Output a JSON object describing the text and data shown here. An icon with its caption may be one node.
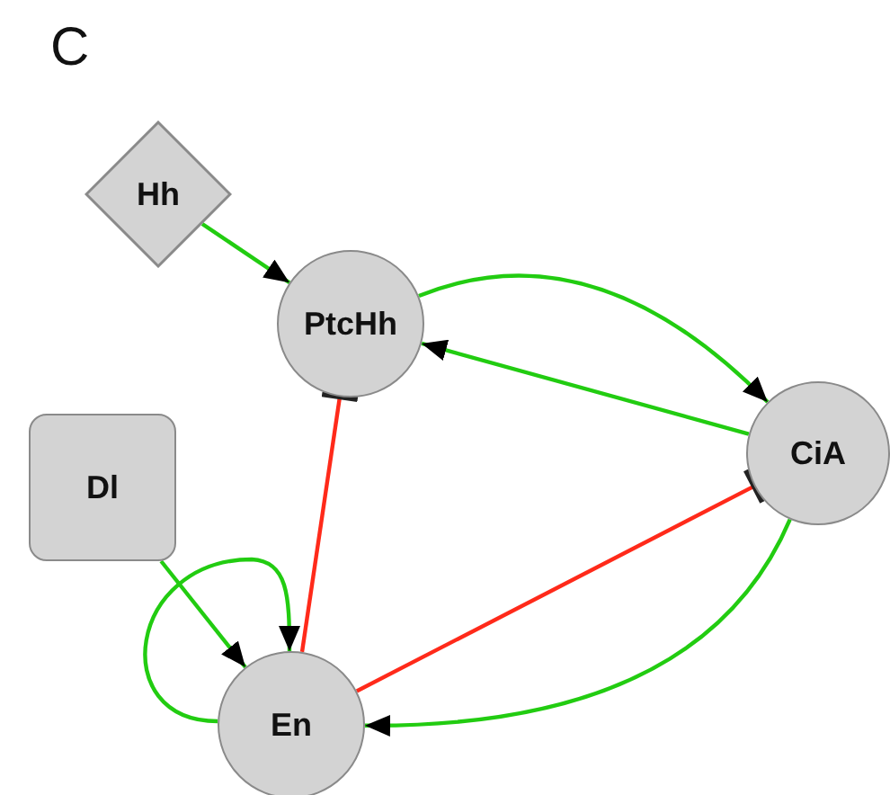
{
  "diagram": {
    "nodes": [
      {
        "text": [
          "Hh"
        ]
      },
      {
        "text": [
          "PtcHh"
        ]
      },
      {
        "text": [
          "CiA"
        ]
      },
      {
        "text": [
          "Dl"
        ]
      },
      {
        "text": [
          "En"
        ]
      }
    ],
    "edges": [
      {
        "from": 0,
        "to": 1,
        "arrow": "to"
      },
      {
        "from": 1,
        "to": 2,
        "arrow": "to"
      },
      {
        "from": 2,
        "to": 1,
        "arrow": "to"
      },
      {
        "from": 3,
        "to": 4,
        "arrow": "to"
      },
      {
        "from": 4,
        "to": 4,
        "arrow": "to"
      },
      {
        "from": 4,
        "to": 1,
        "arrow": "other",
        "color": "#ff2a1a"
      },
      {
        "from": 4,
        "to": 2,
        "arrow": "other",
        "color": "#ff2a1a"
      },
      {
        "from": 2,
        "to": 4,
        "arrow": "to"
      }
    ],
    "labels": [
      "C"
    ]
  }
}
